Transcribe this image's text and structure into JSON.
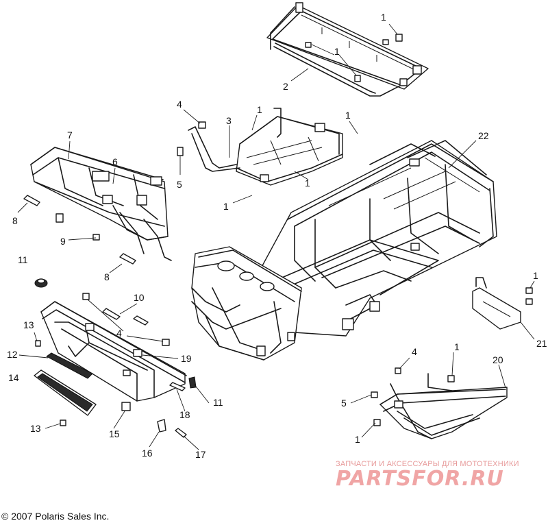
{
  "callouts": [
    {
      "id": "c1a",
      "text": "1"
    },
    {
      "id": "c1b",
      "text": "1"
    },
    {
      "id": "c2",
      "text": "2"
    },
    {
      "id": "c4a",
      "text": "4"
    },
    {
      "id": "c3",
      "text": "3"
    },
    {
      "id": "c1c",
      "text": "1"
    },
    {
      "id": "c1d",
      "text": "1"
    },
    {
      "id": "c22",
      "text": "22"
    },
    {
      "id": "c7",
      "text": "7"
    },
    {
      "id": "c6",
      "text": "6"
    },
    {
      "id": "c5a",
      "text": "5"
    },
    {
      "id": "c1e",
      "text": "1"
    },
    {
      "id": "c1f",
      "text": "1"
    },
    {
      "id": "c8a",
      "text": "8"
    },
    {
      "id": "c9",
      "text": "9"
    },
    {
      "id": "c11a",
      "text": "11"
    },
    {
      "id": "c8b",
      "text": "8"
    },
    {
      "id": "c10",
      "text": "10"
    },
    {
      "id": "c1g",
      "text": "1"
    },
    {
      "id": "c4b",
      "text": "4"
    },
    {
      "id": "c13a",
      "text": "13"
    },
    {
      "id": "c12",
      "text": "12"
    },
    {
      "id": "c19",
      "text": "19"
    },
    {
      "id": "c21",
      "text": "21"
    },
    {
      "id": "c14",
      "text": "14"
    },
    {
      "id": "c4c",
      "text": "4"
    },
    {
      "id": "c1h",
      "text": "1"
    },
    {
      "id": "c20",
      "text": "20"
    },
    {
      "id": "c11b",
      "text": "11"
    },
    {
      "id": "c18",
      "text": "18"
    },
    {
      "id": "c5b",
      "text": "5"
    },
    {
      "id": "c13b",
      "text": "13"
    },
    {
      "id": "c15",
      "text": "15"
    },
    {
      "id": "c1i",
      "text": "1"
    },
    {
      "id": "c16",
      "text": "16"
    },
    {
      "id": "c17",
      "text": "17"
    }
  ],
  "copyright": "© 2007 Polaris Sales Inc.",
  "watermark": {
    "tagline": "ЗАПЧАСТИ И АКСЕССУАРЫ ДЛЯ МОТОТЕХНИКИ",
    "logo": "PARTSFOR.RU"
  }
}
